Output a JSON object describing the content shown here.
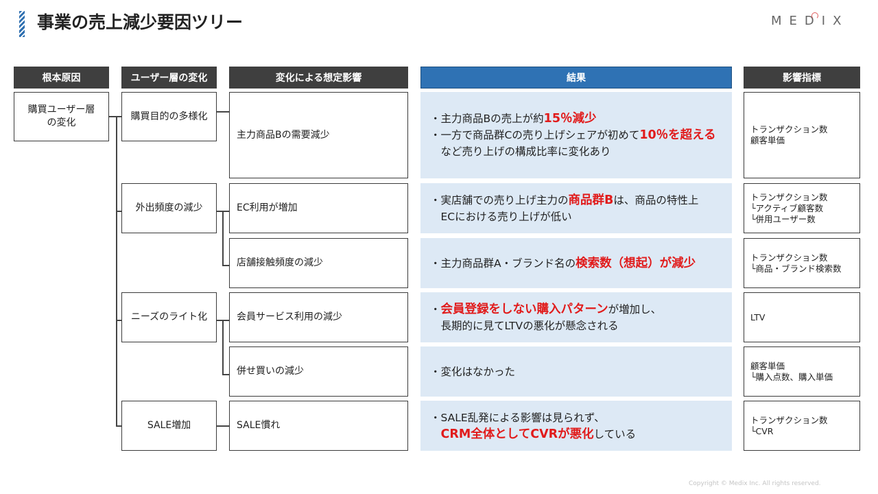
{
  "page": {
    "title": "事業の売上減少要因ツリー",
    "logo": "MEDIX",
    "copyright": "Copyright © Medix Inc. All rights reserved."
  },
  "headers": {
    "root_cause": "根本原因",
    "user_change": "ユーザー層の変化",
    "impact": "変化による想定影響",
    "result": "結果",
    "metrics": "影響指標"
  },
  "colors": {
    "header_dark": "#3f3f3f",
    "header_blue": "#2f72b4",
    "result_bg": "#dde9f5",
    "highlight_red": "#e11b1b"
  },
  "tree": {
    "root": {
      "label": "購買ユーザー層の変化"
    },
    "level1": [
      {
        "label": "購買目的の多様化"
      },
      {
        "label": "外出頻度の減少"
      },
      {
        "label": "ニーズのライト化"
      },
      {
        "label": "SALE増加"
      }
    ],
    "impacts": [
      {
        "label": "主力商品Bの需要減少"
      },
      {
        "label": "EC利用が増加"
      },
      {
        "label": "店舗接触頻度の減少"
      },
      {
        "label": "会員サービス利用の減少"
      },
      {
        "label": "併せ買いの減少"
      },
      {
        "label": "SALE慣れ"
      }
    ],
    "results": [
      {
        "line1_pre": "・主力商品Bの売上が約",
        "line1_hl": "15％減少",
        "line2_pre": "・一方で商品群Cの売り上げシェアが初めて",
        "line2_hl": "10％を超える",
        "line3": "　など売り上げの構成比率に変化あり"
      },
      {
        "line1_pre": "・実店舗での売り上げ主力の",
        "line1_hl": "商品群B",
        "line1_post": "は、商品の特性上",
        "line2": "　ECにおける売り上げが低い"
      },
      {
        "line1_pre": "・主力商品群A・ブランド名の",
        "line1_hl": "検索数（想起）が減少"
      },
      {
        "line1_pre": "・",
        "line1_hl": "会員登録をしない購入パターン",
        "line1_post": "が増加し、",
        "line2": "　長期的に見てLTVの悪化が懸念される"
      },
      {
        "line1": "・変化はなかった"
      },
      {
        "line1": "・SALE乱発による影響は見られず、",
        "line2_pre": "　",
        "line2_hl": "CRM全体としてCVRが悪化",
        "line2_post": "している"
      }
    ],
    "metrics": [
      {
        "line1": "トランザクション数",
        "line2": "顧客単価"
      },
      {
        "line1": "トランザクション数",
        "line2": "└アクティブ顧客数",
        "line3": "└併用ユーザー数"
      },
      {
        "line1": "トランザクション数",
        "line2": "└商品・ブランド検索数"
      },
      {
        "line1": "LTV"
      },
      {
        "line1": "顧客単価",
        "line2": "└購入点数、購入単価"
      },
      {
        "line1": "トランザクション数",
        "line2": "└CVR"
      }
    ]
  }
}
